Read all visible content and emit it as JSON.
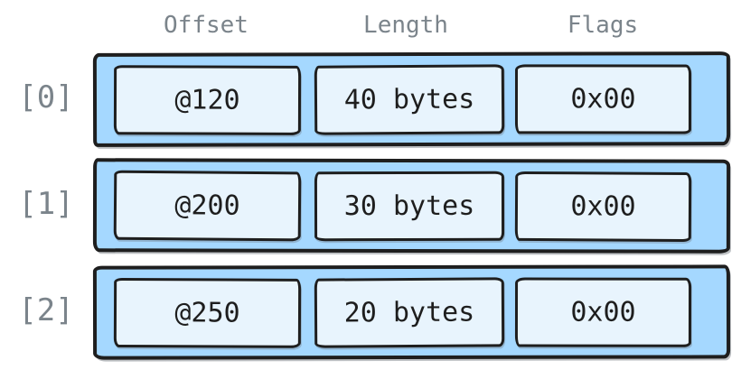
{
  "diagram": {
    "kind": "array-records-diagram",
    "columns": [
      {
        "label": "Offset"
      },
      {
        "label": "Length"
      },
      {
        "label": "Flags"
      }
    ],
    "rows": [
      {
        "label": "[0]",
        "cells": {
          "offset": "@120",
          "length": "40 bytes",
          "flags": "0x00"
        }
      },
      {
        "label": "[1]",
        "cells": {
          "offset": "@200",
          "length": "30 bytes",
          "flags": "0x00"
        }
      },
      {
        "label": "[2]",
        "cells": {
          "offset": "@250",
          "length": "20 bytes",
          "flags": "0x00"
        }
      }
    ],
    "colors": {
      "band_fill": "#a5d8ff",
      "cell_fill": "#e8f4fd",
      "stroke": "#1e1e1e",
      "muted_text": "#7b848b",
      "value_text": "#1e1e1e",
      "background": "#ffffff"
    }
  }
}
